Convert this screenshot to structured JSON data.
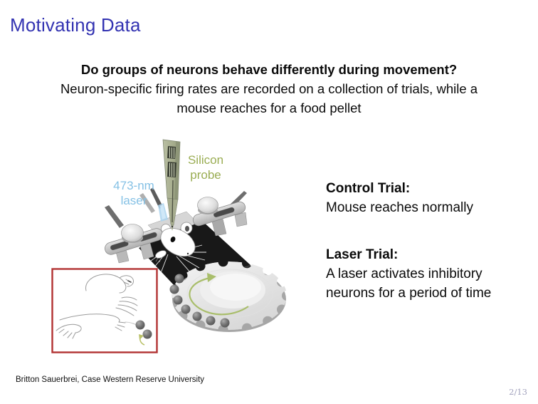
{
  "slide": {
    "title": "Motivating Data",
    "question": "Do groups of neurons behave differently during movement?",
    "subtitle_lines": [
      "Neuron-specific firing rates are recorded on a collection of trials, while a",
      "mouse reaches for a food pellet"
    ]
  },
  "figure": {
    "probe_label_line1": "Silicon",
    "probe_label_line2": "probe",
    "laser_label_line1": "473-nm",
    "laser_label_line2": "laser"
  },
  "trials": [
    {
      "heading": "Control Trial:",
      "lines": [
        "Mouse reaches normally"
      ]
    },
    {
      "heading": "Laser Trial:",
      "lines": [
        "A laser activates inhibitory",
        "neurons for a period of time"
      ]
    }
  ],
  "footer": {
    "credit": "Britton Sauerbrei, Case Western Reserve University",
    "page_number": "2/13"
  },
  "colors": {
    "title": "#3333b2",
    "probe_label": "#9aad53",
    "laser_label": "#85c1e5",
    "page_number": "#a2a2bd",
    "inset_border": "#b23232",
    "rotation_arrow": "#a9be6b",
    "laser_beam": "#abd4ee",
    "probe_body": "#a9b092"
  }
}
